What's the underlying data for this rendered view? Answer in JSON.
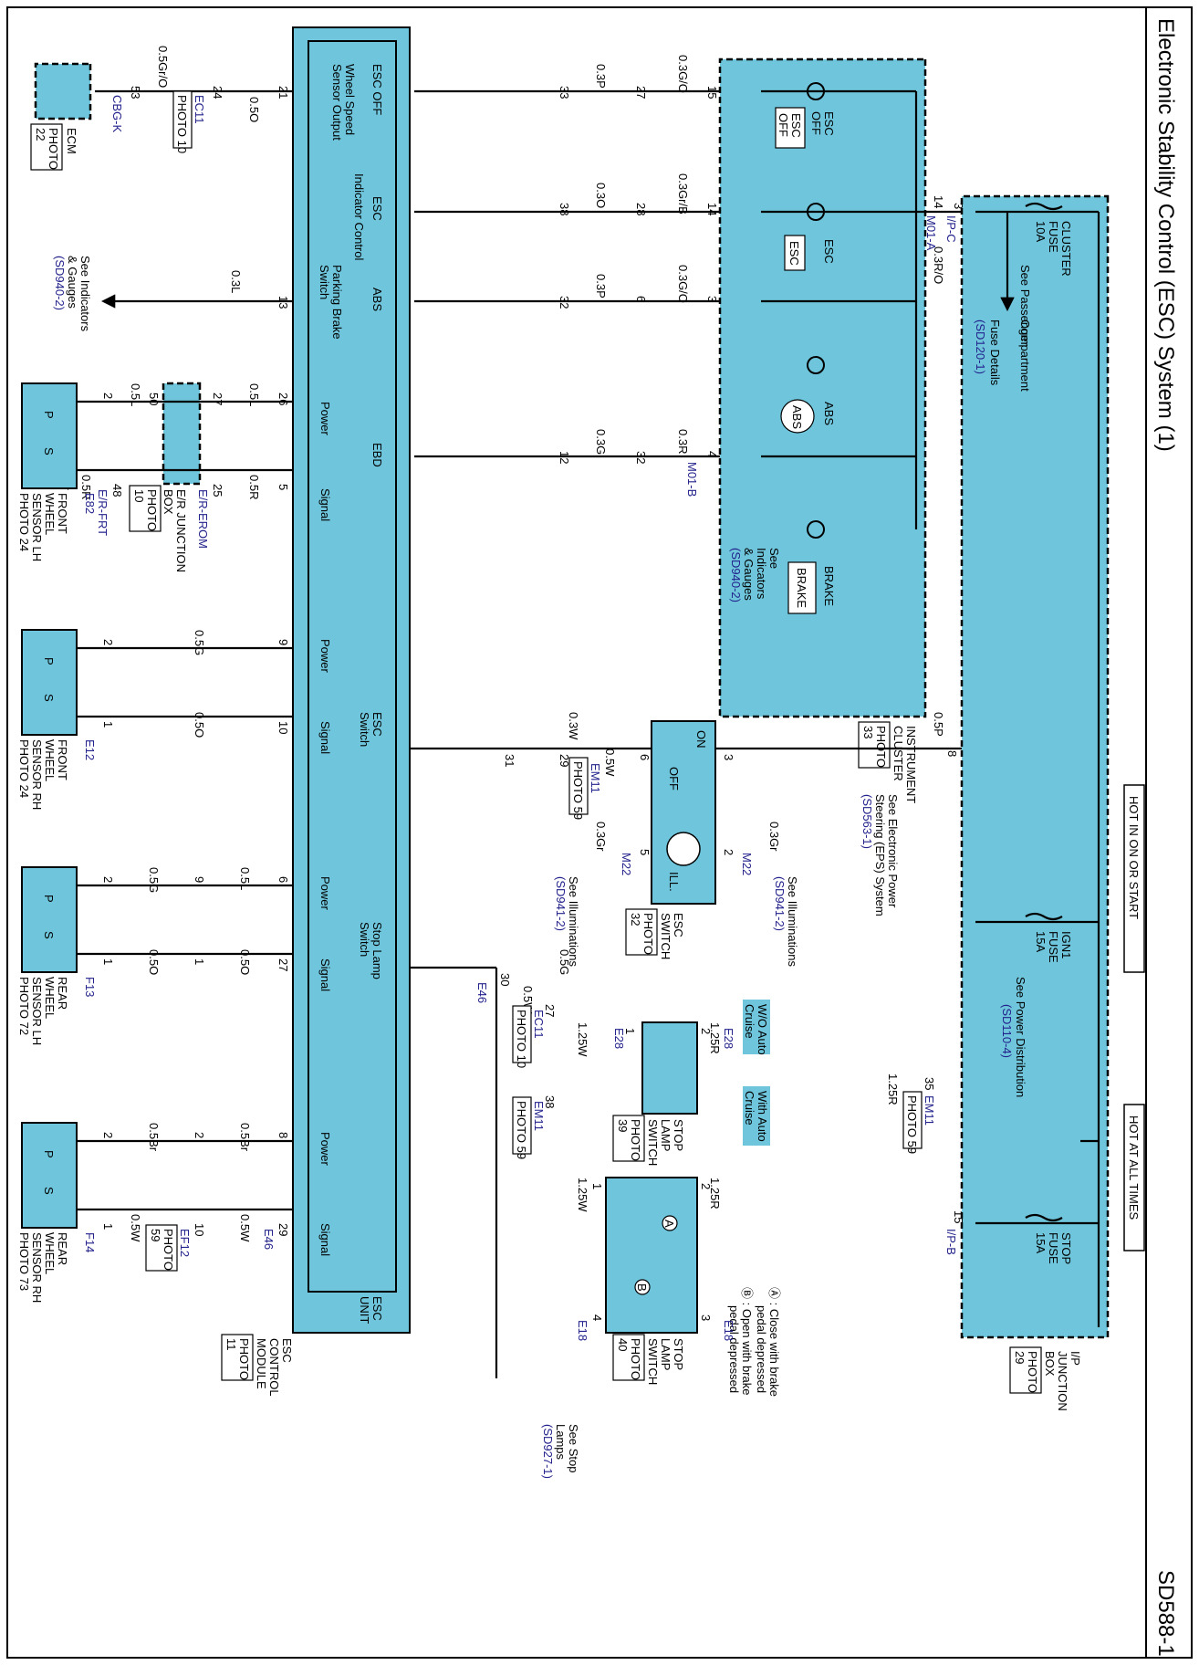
{
  "header": {
    "title": "Electronic Stability Control (ESC) System (1)",
    "page_code": "SD588-1"
  },
  "banners": {
    "hot_in_on": "HOT IN ON OR START",
    "hot_at_all": "HOT AT ALL TIMES"
  },
  "ip_junction_box": {
    "label_lines": [
      "I/P",
      "JUNCTION",
      "BOX"
    ],
    "photo_lines": [
      "PHOTO",
      "29"
    ],
    "cluster_fuse_lines": [
      "CLUSTER",
      "FUSE",
      "10A"
    ],
    "ign1_fuse_lines": [
      "IGN1",
      "FUSE",
      "15A"
    ],
    "stop_fuse_lines": [
      "STOP",
      "FUSE",
      "15A"
    ],
    "see_pass_lines": [
      "See Passenger",
      "Compartment",
      "Fuse Details"
    ],
    "see_pass_ref": "(SD120-1)",
    "see_power_line": "See Power Distribution",
    "see_power_ref": "(SD110-4)"
  },
  "instrument_cluster": {
    "label_lines": [
      "INSTRUMENT",
      "CLUSTER"
    ],
    "photo_lines": [
      "PHOTO",
      "33"
    ],
    "esc_off_lines": [
      "ESC",
      "OFF"
    ],
    "esc_off_icon_lines": [
      "ESC",
      "OFF"
    ],
    "esc_label": "ESC",
    "esc_icon": "ESC",
    "abs_label": "ABS",
    "abs_icon": "ABS",
    "brake_label": "BRAKE",
    "brake_icon": "BRAKE",
    "see_ind_lines": [
      "See",
      "Indicators",
      "& Gauges"
    ],
    "see_ind_ref": "(SD940-2)"
  },
  "esc_module": {
    "label_lines": [
      "ESC",
      "CONTROL",
      "MODULE"
    ],
    "photo_lines": [
      "PHOTO",
      "11"
    ],
    "unit_lines": [
      "ESC",
      "UNIT"
    ],
    "esc_off": "ESC OFF",
    "esc": "ESC",
    "abs": "ABS",
    "ebd": "EBD",
    "esc_switch_lines": [
      "ESC",
      "Switch"
    ],
    "stop_lamp_lines": [
      "Stop Lamp",
      "Switch"
    ],
    "wheel_speed_lines": [
      "Wheel Speed",
      "Sensor Output"
    ],
    "indicator_control": "Indicator Control",
    "parking_brake_lines": [
      "Parking Brake",
      "Switch"
    ],
    "power": "Power",
    "signal": "Signal"
  },
  "esc_switch": {
    "label_lines": [
      "ESC",
      "SWITCH"
    ],
    "photo_lines": [
      "PHOTO",
      "32"
    ],
    "on": "ON",
    "off": "OFF",
    "ill": "ILL.",
    "see_illum": "See Illuminations",
    "see_illum_ref": "(SD941-2)"
  },
  "eps_ref": {
    "lines": [
      "See Electronic Power",
      "Steering (EPS) System"
    ],
    "ref": "(SD563-1)"
  },
  "stop_lamp_switch_1": {
    "label_lines": [
      "STOP",
      "LAMP",
      "SWITCH"
    ],
    "photo_lines": [
      "PHOTO",
      "39"
    ]
  },
  "stop_lamp_switch_2": {
    "label_lines": [
      "STOP",
      "LAMP",
      "SWITCH"
    ],
    "photo_lines": [
      "PHOTO",
      "40"
    ],
    "a_symbol": "A",
    "b_symbol": "B"
  },
  "legend": {
    "a_lines": [
      "Ⓐ : Close with brake",
      "pedal depressed"
    ],
    "b_lines": [
      "Ⓑ : Open with brake",
      "pedal depressed"
    ]
  },
  "cruise": {
    "wo_lines": [
      "W/O Auto",
      "Cruise"
    ],
    "with_lines": [
      "With Auto",
      "Cruise"
    ]
  },
  "see_stop_lamps": {
    "lines": [
      "See Stop",
      "Lamps"
    ],
    "ref": "(SD927-1)"
  },
  "see_indicators_left": {
    "lines": [
      "See Indicators",
      "& Gauges"
    ],
    "ref": "(SD940-2)"
  },
  "ecm": {
    "label": "ECM",
    "photo_lines": [
      "PHOTO",
      "22"
    ],
    "connector": "CBG-K"
  },
  "er_junction": {
    "label_lines": [
      "E/R JUNCTION",
      "BOX"
    ],
    "photo_lines": [
      "PHOTO",
      "10"
    ]
  },
  "sensors": {
    "front_lh": {
      "lines": [
        "FRONT",
        "WHEEL",
        "SENSOR LH"
      ],
      "photo": "PHOTO 24"
    },
    "front_rh": {
      "lines": [
        "FRONT",
        "WHEEL",
        "SENSOR RH"
      ],
      "photo": "PHOTO 24"
    },
    "rear_lh": {
      "lines": [
        "REAR",
        "WHEEL",
        "SENSOR LH"
      ],
      "photo": "PHOTO 72"
    },
    "rear_rh": {
      "lines": [
        "REAR",
        "WHEEL",
        "SENSOR RH"
      ],
      "photo": "PHOTO 73"
    },
    "p": "P",
    "s": "S"
  },
  "connectors": {
    "ip_c": "I/P-C",
    "ip_b": "I/P-B",
    "m01a": "M01-A",
    "m01b": "M01-B",
    "em11": "EM11",
    "m22": "M22",
    "e28": "E28",
    "e18": "E18",
    "ec11": "EC11",
    "e46": "E46",
    "ef12": "EF12",
    "er_frt": "E/R-FRT",
    "er_erom": "E/R-EROM",
    "e82": "E82",
    "e12": "E12",
    "f13": "F13",
    "f14": "F14"
  },
  "photos": {
    "p10": "PHOTO 10",
    "p59": "PHOTO 59",
    "p59b": "PHOTO 59",
    "p59c": "PHOTO 59",
    "p10b": "PHOTO 10",
    "p59d": [
      "PHOTO",
      "59"
    ]
  },
  "wires": {
    "w03ro": "0.3R/O",
    "w03gro": "0.3G/O",
    "w03grb": "0.3Gr/B",
    "w03go": "0.3G/O",
    "w03r": "0.3R",
    "w03p_a": "0.3P",
    "w03o": "0.3O",
    "w03p_b": "0.3P",
    "w03g": "0.3G",
    "w05p": "0.5P",
    "w05w": "0.5W",
    "w03w": "0.3W",
    "w03gr_a": "0.3Gr",
    "w03gr_b": "0.3Gr",
    "w05g_stop": "0.5G",
    "w05w_stop": "0.5W",
    "w125r_a": "1.25R",
    "w125r_b": "1.25R",
    "w125r_c": "1.25R",
    "w125w_a": "1.25W",
    "w125w_b": "1.25W",
    "w05gro": "0.5Gr/O",
    "w05o_a": "0.5O",
    "w03l": "0.3L",
    "w05l_a": "0.5L",
    "w05r_a": "0.5R",
    "w05l_b": "0.5L",
    "w05r_b": "0.5R",
    "w05g_a": "0.5G",
    "w05o_b": "0.5O",
    "w05l_c": "0.5L",
    "w05o_c": "0.5O",
    "w05g_b": "0.5G",
    "w05o_d": "0.5O",
    "w05br_a": "0.5Br",
    "w05w_a": "0.5W",
    "w05br_b": "0.5Br",
    "w05w_b": "0.5W"
  },
  "pins": {
    "p3": "3",
    "p14": "14",
    "p15_ic": "15",
    "p14_ic": "14",
    "p3_ic": "3",
    "p4_ic": "4",
    "p27": "27",
    "p28": "28",
    "p6": "6",
    "p32": "32",
    "p33": "33",
    "p38": "38",
    "p32m": "32",
    "p12": "12",
    "p8": "8",
    "p3s": "3",
    "p6s": "6",
    "p2s": "2",
    "p5s": "5",
    "p29": "29",
    "p31": "31",
    "p15b": "15",
    "p35": "35",
    "p2a": "2",
    "p1a": "1",
    "p2b": "2",
    "p1b": "1",
    "p3b": "3",
    "p4b": "4",
    "p27s": "27",
    "p38s": "38",
    "p30": "30",
    "p53": "53",
    "p24": "24",
    "p21": "21",
    "p13": "13",
    "p26": "26",
    "p5": "5",
    "p27e": "27",
    "p25": "25",
    "p50": "50",
    "p48": "48",
    "p2f": "2",
    "p1f": "1",
    "p9": "9",
    "p10": "10",
    "p2r": "2",
    "p1r": "1",
    "p6r": "6",
    "p27r": "27",
    "p9r": "9",
    "p1rr": "1",
    "p2rl": "2",
    "p1rl": "1",
    "p8r": "8",
    "p29r": "29",
    "p2x": "2",
    "p10x": "10",
    "p2y": "2",
    "p1y": "1"
  }
}
